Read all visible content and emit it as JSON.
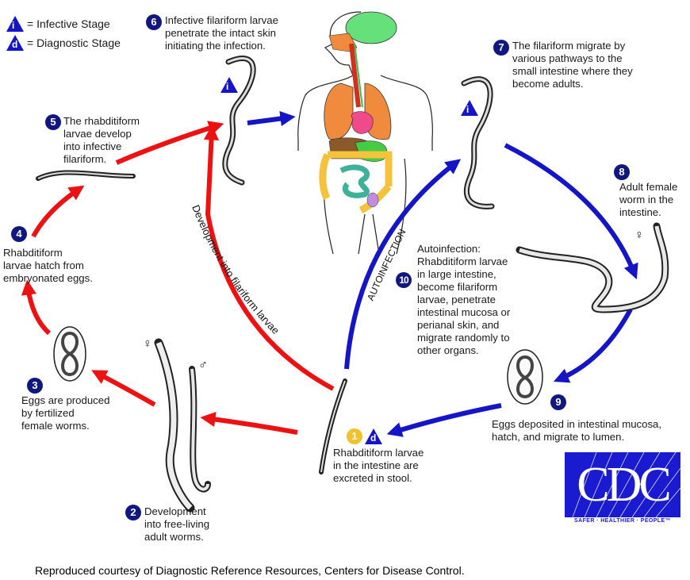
{
  "legend": {
    "infective_symbol": "i",
    "infective_label": "= Infective Stage",
    "diagnostic_symbol": "d",
    "diagnostic_label": "= Diagnostic Stage"
  },
  "stages": [
    {
      "number": "1",
      "text": "Rhabditiform larvae\nin the intestine are\nexcreted in stool.",
      "color": "#f2c12e",
      "marker": "d"
    },
    {
      "number": "2",
      "text": "Development\ninto free-living\nadult worms.",
      "color": "#101880"
    },
    {
      "number": "3",
      "text": "Eggs are produced\nby fertilized\nfemale worms.",
      "color": "#101880"
    },
    {
      "number": "4",
      "text": "Rhabditiform\nlarvae hatch from\nembryonated eggs.",
      "color": "#101880"
    },
    {
      "number": "5",
      "text": "The rhabditiform\nlarvae develop\ninto infective\nfilariform.",
      "color": "#101880"
    },
    {
      "number": "6",
      "text": "Infective filariform larvae\npenetrate the intact skin\ninitiating the infection.",
      "color": "#101880",
      "marker": "i"
    },
    {
      "number": "7",
      "text": "The filariform migrate by\nvarious pathways to the\nsmall intestine where they\nbecome adults.",
      "color": "#101880",
      "marker": "i"
    },
    {
      "number": "8",
      "text": "Adult female\nworm in the\nintestine.",
      "color": "#101880"
    },
    {
      "number": "9",
      "text": "Eggs deposited in intestinal mucosa,\nhatch, and migrate to lumen.",
      "color": "#101880"
    },
    {
      "number": "10",
      "text": "Autoinfection:\nRhabditiform larvae\nin large intestine,\nbecome filariform\nlarvae, penetrate\nintestinal mucosa or\nperianal skin, and\nmigrate randomly to\nother organs.",
      "color": "#101880"
    }
  ],
  "curve_labels": {
    "filariform_development": "Development into filariform larvae",
    "autoinfection": "AUTOINFECTION"
  },
  "symbols": {
    "female": "♀",
    "male": "♂"
  },
  "colors": {
    "free_living_cycle": "#ee1111",
    "parasitic_cycle": "#1515c8",
    "stage_badge": "#101880",
    "diagnostic_badge": "#f2c12e"
  },
  "logo": {
    "word": "CDC",
    "tagline": "SAFER · HEALTHIER · PEOPLE™"
  },
  "caption": "Reproduced courtesy of Diagnostic Reference Resources, Centers for Disease Control."
}
